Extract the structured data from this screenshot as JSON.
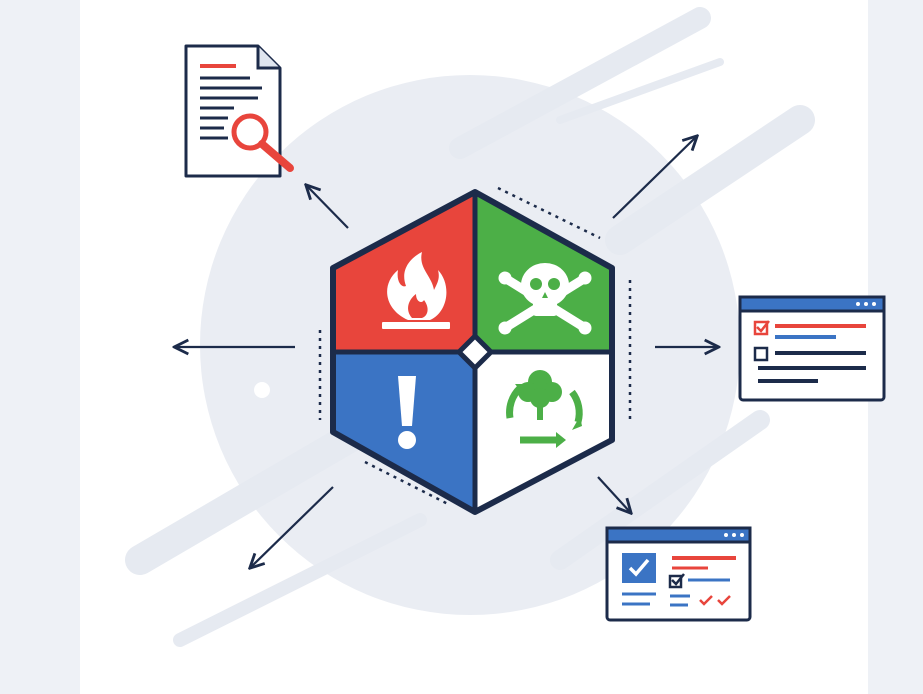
{
  "colors": {
    "red": "#e8453c",
    "green": "#4caf47",
    "blue": "#3b74c4",
    "navy": "#1c2b4a",
    "white": "#ffffff",
    "background": "#eef1f6",
    "circle": "#eaedf3"
  },
  "hazard_panel": {
    "quadrants": [
      {
        "position": "top-left",
        "icon": "flame-icon",
        "color": "red"
      },
      {
        "position": "top-right",
        "icon": "skull-crossbones-icon",
        "color": "green"
      },
      {
        "position": "bottom-left",
        "icon": "exclamation-icon",
        "color": "blue"
      },
      {
        "position": "bottom-right",
        "icon": "recycle-tree-icon",
        "color": "white"
      }
    ]
  },
  "surrounding_icons": [
    "document-search-icon",
    "checklist-window-icon",
    "report-window-icon"
  ]
}
